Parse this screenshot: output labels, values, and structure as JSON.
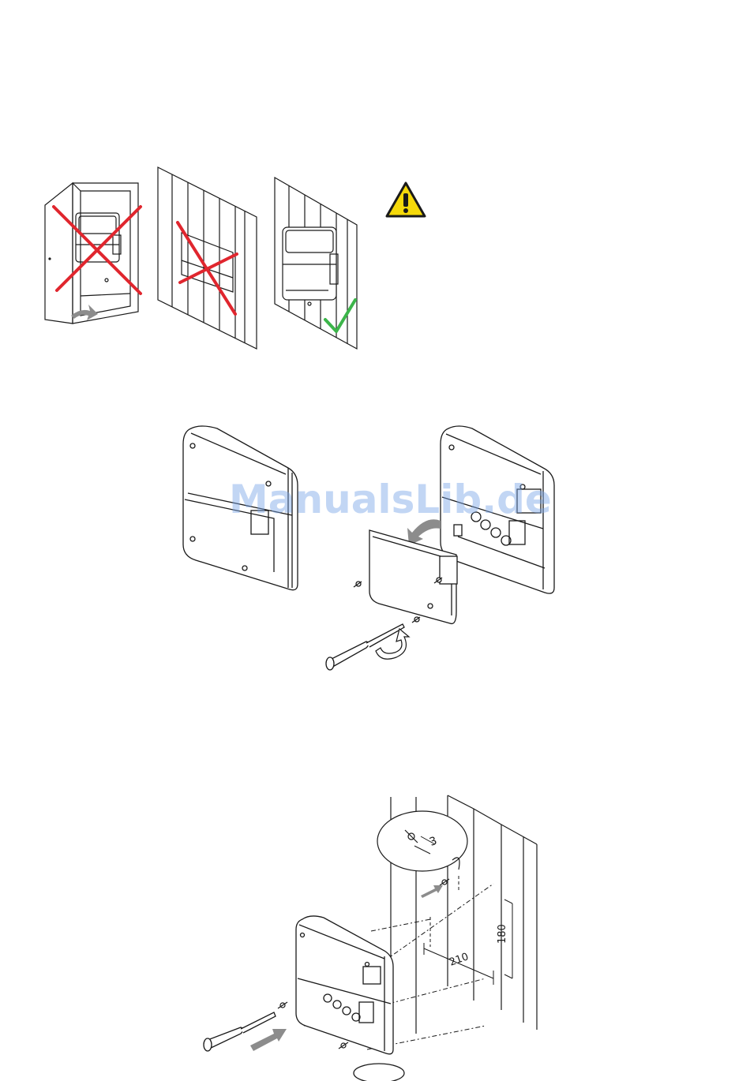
{
  "watermark": {
    "text": "ManualsLib.de"
  },
  "figure3": {
    "dimensions": {
      "spacing": "3",
      "width": "210",
      "height": "180"
    }
  },
  "colors": {
    "cross": "#e0262e",
    "check": "#3cb54a",
    "warning_fill": "#f5d90a",
    "arrow": "#8c8c8c",
    "line": "#1a1a1a"
  },
  "icons": [
    "warning-icon",
    "cross-mark-icon",
    "check-mark-icon",
    "rotate-arrow-icon",
    "screwdriver-icon",
    "screw-icon"
  ]
}
